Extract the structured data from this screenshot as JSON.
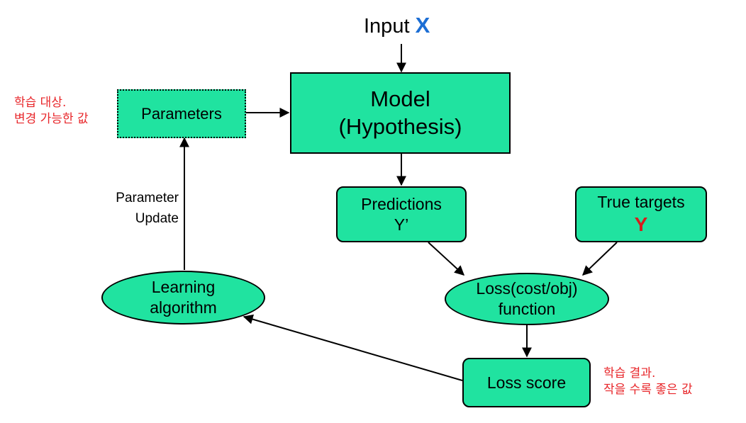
{
  "input": {
    "label": "Input",
    "var": "X",
    "var_color": "#1c6ed4"
  },
  "model": {
    "line1": "Model",
    "line2": "(Hypothesis)"
  },
  "parameters": {
    "label": "Parameters"
  },
  "parameters_note": {
    "line1": "학습 대상.",
    "line2": "변경 가능한 값"
  },
  "parameter_update": {
    "line1": "Parameter",
    "line2": "Update"
  },
  "predictions": {
    "line1": "Predictions",
    "line2": "Y’"
  },
  "true_targets": {
    "line1": "True targets",
    "var": "Y",
    "var_color": "#d61d1d"
  },
  "loss_function": {
    "line1": "Loss(cost/obj)",
    "line2": "function"
  },
  "learning_algorithm": {
    "line1": "Learning",
    "line2": "algorithm"
  },
  "loss_score": {
    "label": "Loss score"
  },
  "loss_score_note": {
    "line1": "학습 결과.",
    "line2": "작을 수록 좋은 값"
  },
  "colors": {
    "node_fill": "#20e3a0",
    "note_red": "#e8262a"
  }
}
